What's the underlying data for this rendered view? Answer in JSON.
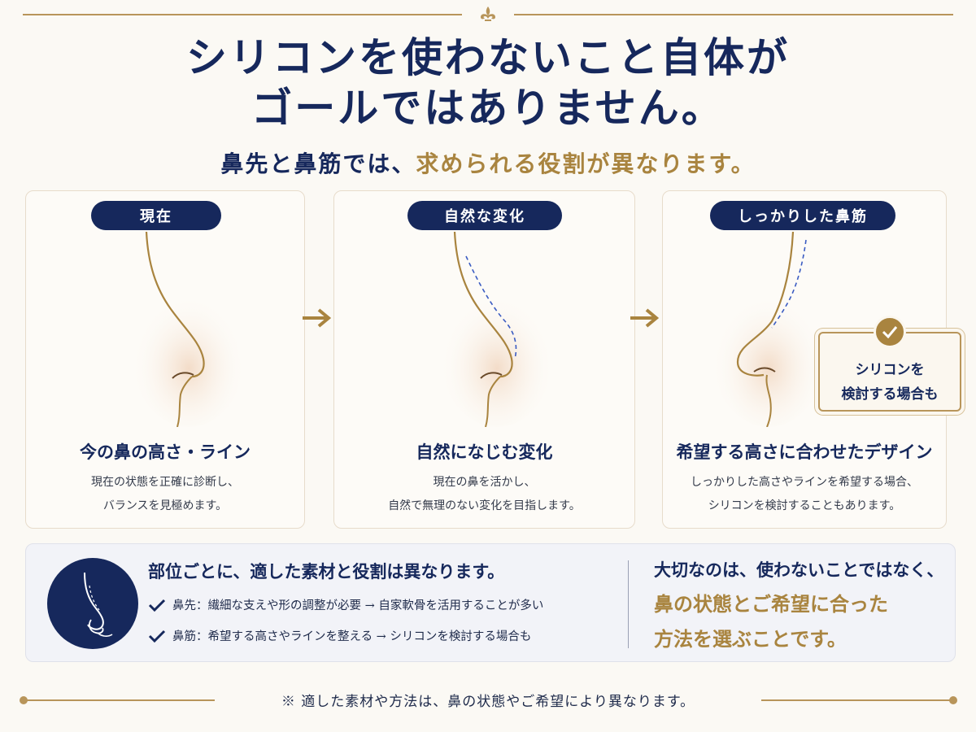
{
  "header": {
    "title_line1": "シリコンを使わないこと自体が",
    "title_line2": "ゴールではありません。",
    "subtitle_part1": "鼻先と鼻筋では、",
    "subtitle_part2": "求められる役割が異なります。"
  },
  "cards": [
    {
      "label": "現在",
      "title": "今の鼻の高さ・ライン",
      "desc_line1": "現在の状態を正確に診断し、",
      "desc_line2": "バランスを見極めます。"
    },
    {
      "label": "自然な変化",
      "title": "自然になじむ変化",
      "desc_line1": "現在の鼻を活かし、",
      "desc_line2": "自然で無理のない変化を目指します。"
    },
    {
      "label": "しっかりした鼻筋",
      "title": "希望する高さに合わせたデザイン",
      "desc_line1": "しっかりした高さやラインを希望する場合、",
      "desc_line2": "シリコンを検討することもあります。"
    }
  ],
  "badge": {
    "line1": "シリコンを",
    "line2": "検討する場合も"
  },
  "panel": {
    "heading": "部位ごとに、適した素材と役割は異なります。",
    "item1": "鼻先：繊細な支えや形の調整が必要 → 自家軟骨を活用することが多い",
    "item2": "鼻筋：希望する高さやラインを整える → シリコンを検討する場合も",
    "right_line1": "大切なのは、使わないことではなく、",
    "right_line2": "鼻の状態とご希望に合った",
    "right_line3": "方法を選ぶことです。"
  },
  "footer": {
    "note": "※ 適した素材や方法は、鼻の状態やご希望により異なります。"
  },
  "colors": {
    "navy": "#16285c",
    "gold": "#a9843f",
    "background": "#fbf9f4"
  }
}
